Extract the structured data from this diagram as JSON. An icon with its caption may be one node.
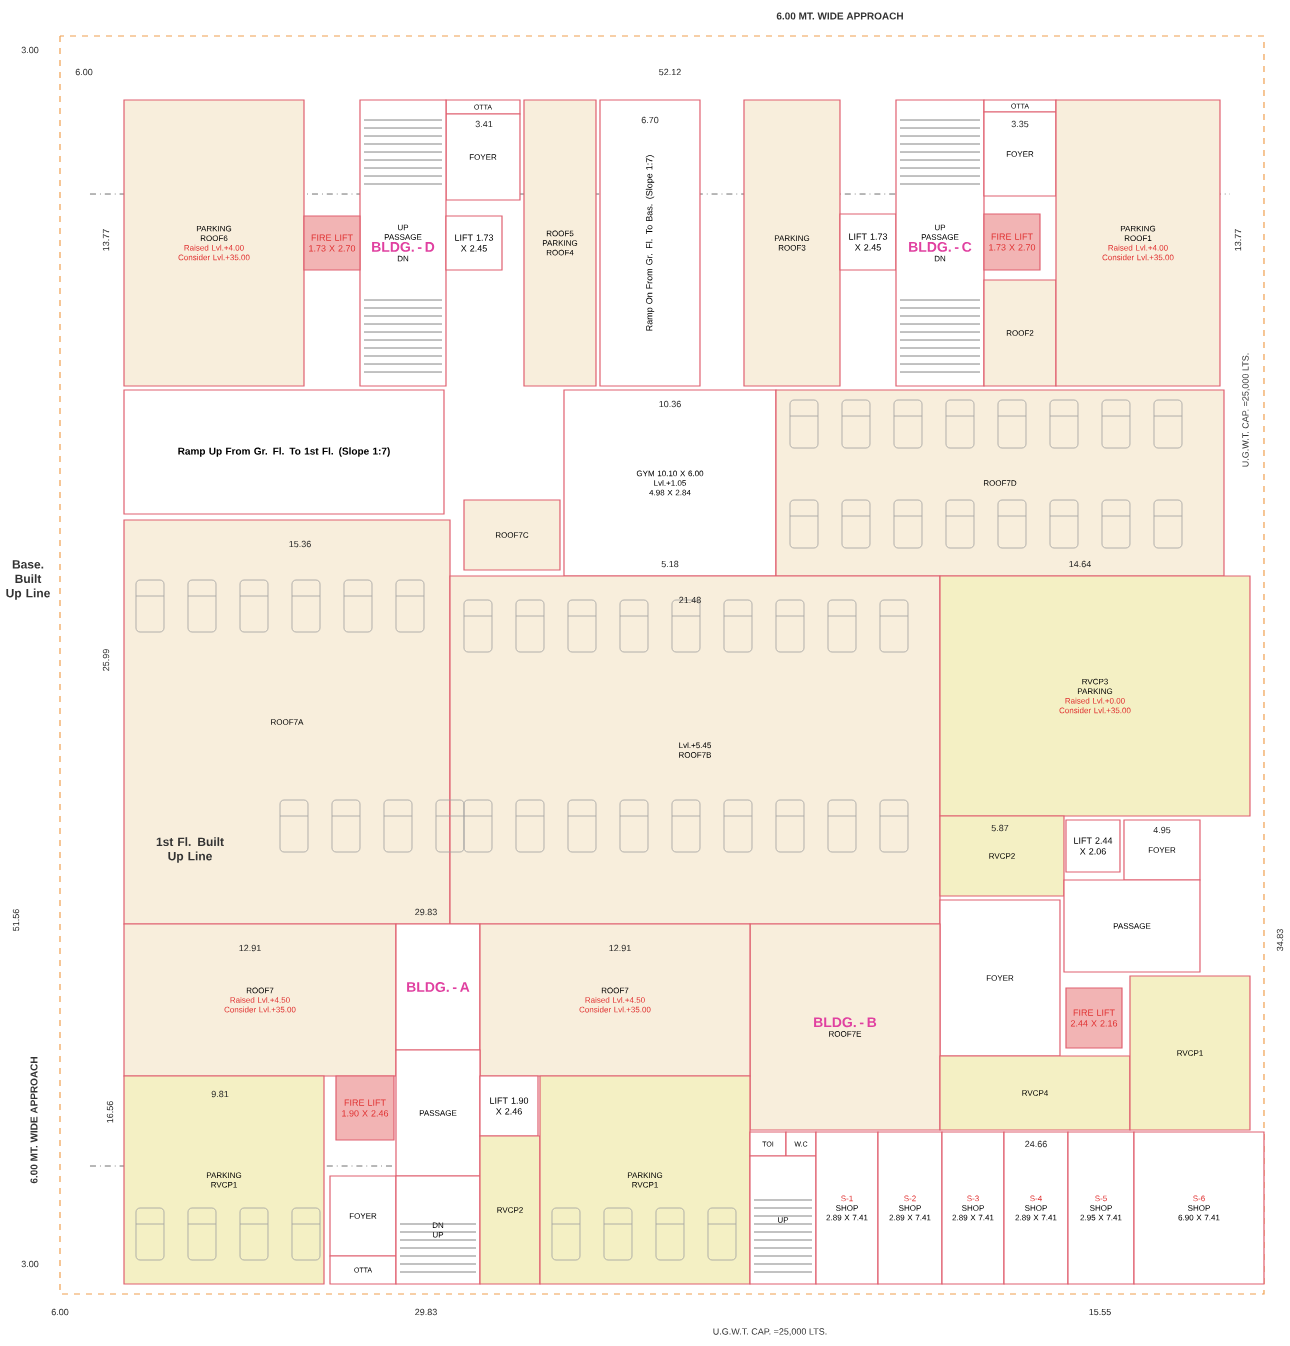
{
  "diagram": {
    "nodes": [
      {
        "text": [
          "PARKING",
          "ROOF6",
          "Raised Lvl.+4.00",
          "Consider Lvl.+35.00"
        ]
      },
      {
        "text": [
          "OTTA"
        ]
      },
      {
        "text": [
          "FOYER"
        ]
      },
      {
        "text": [
          "UP",
          "PASSAGE",
          "BLDG. - D",
          "DN"
        ]
      },
      {
        "text": [
          "FIRE LIFT 1.73 X 2.70"
        ]
      },
      {
        "text": [
          "LIFT 1.73 X 2.45"
        ]
      },
      {
        "text": [
          "ROOF5",
          "PARKING",
          "ROOF4"
        ]
      },
      {
        "text": [
          "Ramp On From Gr. Fl. To Bas. (Slope 1:7)"
        ]
      },
      {
        "text": [
          "PARKING",
          "ROOF3"
        ]
      },
      {
        "text": [
          "LIFT 1.73 X 2.45"
        ]
      },
      {
        "text": [
          "UP",
          "PASSAGE",
          "BLDG. - C",
          "DN"
        ]
      },
      {
        "text": [
          "OTTA"
        ]
      },
      {
        "text": [
          "FOYER"
        ]
      },
      {
        "text": [
          "FIRE LIFT 1.73 X 2.70"
        ]
      },
      {
        "text": [
          "ROOF2"
        ]
      },
      {
        "text": [
          "PARKING",
          "ROOF1",
          "Raised Lvl.+4.00",
          "Consider Lvl.+35.00"
        ]
      },
      {
        "text": [
          "Ramp Up From Gr. Fl. To 1st Fl. (Slope 1:7)"
        ]
      },
      {
        "text": [
          "GYM 10.10 X 6.00",
          "Lvl.+1.05",
          "4.98 X 2.84"
        ]
      },
      {
        "text": [
          "ROOF7C"
        ]
      },
      {
        "text": [
          "ROOF7D"
        ]
      },
      {
        "text": [
          "ROOF7A"
        ]
      },
      {
        "text": [
          "Lvl.+5.45",
          "ROOF7B"
        ]
      },
      {
        "text": [
          "RVCP3",
          "PARKING",
          "Raised Lvl.+0.00",
          "Consider Lvl.+35.00"
        ]
      },
      {
        "text": [
          "RVCP2"
        ]
      },
      {
        "text": [
          "LIFT 2.44 X 2.06"
        ]
      },
      {
        "text": [
          "FOYER"
        ]
      },
      {
        "text": [
          "PASSAGE"
        ]
      },
      {
        "text": [
          "FOYER"
        ]
      },
      {
        "text": [
          "FIRE LIFT 2.44 X 2.16"
        ]
      },
      {
        "text": [
          "BLDG. - B",
          "ROOF7E"
        ]
      },
      {
        "text": [
          "RVCP4"
        ]
      },
      {
        "text": [
          "RVCP1"
        ]
      },
      {
        "text": [
          "ROOF7",
          "Raised Lvl.+4.50",
          "Consider Lvl.+35.00"
        ]
      },
      {
        "text": [
          "BLDG. - A"
        ]
      },
      {
        "text": [
          "ROOF7",
          "Raised Lvl.+4.50",
          "Consider Lvl.+35.00"
        ]
      },
      {
        "text": [
          "PARKING",
          "RVCP1"
        ]
      },
      {
        "text": [
          "FIRE LIFT 1.90 X 2.46"
        ]
      },
      {
        "text": [
          "PASSAGE"
        ]
      },
      {
        "text": [
          "LIFT 1.90 X 2.46"
        ]
      },
      {
        "text": [
          "FOYER"
        ]
      },
      {
        "text": [
          "OTTA"
        ]
      },
      {
        "text": [
          "DN",
          "UP"
        ]
      },
      {
        "text": [
          "RVCP2"
        ]
      },
      {
        "text": [
          "PARKING",
          "RVCP1"
        ]
      },
      {
        "text": [
          "TOI"
        ]
      },
      {
        "text": [
          "W.C"
        ]
      },
      {
        "text": [
          "UP"
        ]
      },
      {
        "text": [
          "S-1",
          "SHOP",
          "2.89 X 7.41"
        ]
      },
      {
        "text": [
          "S-2",
          "SHOP",
          "2.89 X 7.41"
        ]
      },
      {
        "text": [
          "S-3",
          "SHOP",
          "2.89 X 7.41"
        ]
      },
      {
        "text": [
          "S-4",
          "SHOP",
          "2.89 X 7.41"
        ]
      },
      {
        "text": [
          "S-5",
          "SHOP",
          "2.95 X 7.41"
        ]
      },
      {
        "text": [
          "S-6",
          "SHOP",
          "6.90 X 7.41"
        ]
      }
    ],
    "labels": [
      "6.00 MT. WIDE APPROACH",
      "3.00",
      "6.00",
      "52.12",
      "13.77",
      "13.77",
      "6.70",
      "3.41",
      "3.35",
      "10.36",
      "5.18",
      "15.36",
      "21.48",
      "14.64",
      "Base. Built Up Line",
      "25.99",
      "1st Fl. Built Up Line",
      "29.83",
      "51.56",
      "6.00 MT. WIDE APPROACH",
      "12.91",
      "12.91",
      "16.56",
      "9.81",
      "5.87",
      "4.95",
      "34.83",
      "24.66",
      "3.00",
      "6.00",
      "29.83",
      "15.55",
      "U.G.W.T. CAP. =25,000 LTS.",
      "U.G.W.T. CAP. =25,000 LTS."
    ]
  }
}
